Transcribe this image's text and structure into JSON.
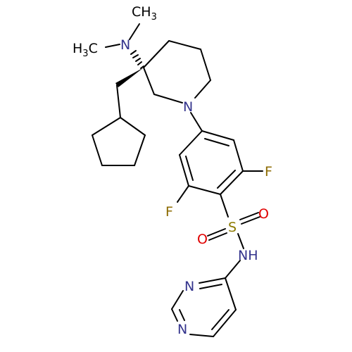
{
  "molecule": {
    "colors": {
      "bond": "#000000",
      "nitrogen": "#33338c",
      "oxygen": "#e00000",
      "fluorine": "#8c6a00",
      "sulfur": "#8c7a00",
      "carbon": "#000000"
    },
    "labels": {
      "dimethylamino_n": "N",
      "methyl_top_c": "CH",
      "methyl_top_sub": "3",
      "methyl_left_h": "H",
      "methyl_left_sub": "3",
      "methyl_left_c": "C",
      "piperidine_n": "N",
      "fluorine_right": "F",
      "fluorine_left": "F",
      "sulfur": "S",
      "oxygen_right": "O",
      "oxygen_left": "O",
      "sulfonamide_nh": "NH",
      "pyrimidine_n_top": "N",
      "pyrimidine_n_bottom": "N"
    }
  }
}
